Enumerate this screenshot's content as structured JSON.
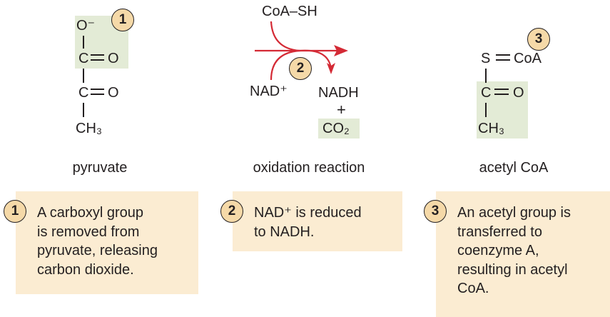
{
  "colors": {
    "highlight": "#e3ebd6",
    "box": "#fbecd2",
    "badge": "#f5d9a8",
    "arrow": "#d42a35"
  },
  "pyruvate": {
    "name": "pyruvate",
    "atoms": {
      "o_minus": "O⁻",
      "c1": "C",
      "o1": "O",
      "c2": "C",
      "o2": "O",
      "ch3": "CH₃"
    }
  },
  "reaction": {
    "name": "oxidation reaction",
    "coa_sh": "CoA–SH",
    "nad": "NAD⁺",
    "nadh": "NADH",
    "plus": "+",
    "co2": "CO₂"
  },
  "acetyl": {
    "name": "acetyl CoA",
    "atoms": {
      "s": "S",
      "coa": "CoA",
      "c": "C",
      "o": "O",
      "ch3": "CH₃"
    }
  },
  "badges": {
    "b1": "1",
    "b2": "2",
    "b3": "3"
  },
  "notes": {
    "n1": {
      "num": "1",
      "lines": [
        "A carboxyl group",
        "is removed from",
        "pyruvate, releasing",
        "carbon dioxide."
      ]
    },
    "n2": {
      "num": "2",
      "lines": [
        "NAD⁺ is reduced",
        "to NADH."
      ]
    },
    "n3": {
      "num": "3",
      "lines": [
        "An acetyl group is",
        "transferred to",
        "coenzyme A,",
        "resulting in acetyl",
        "CoA."
      ]
    }
  }
}
